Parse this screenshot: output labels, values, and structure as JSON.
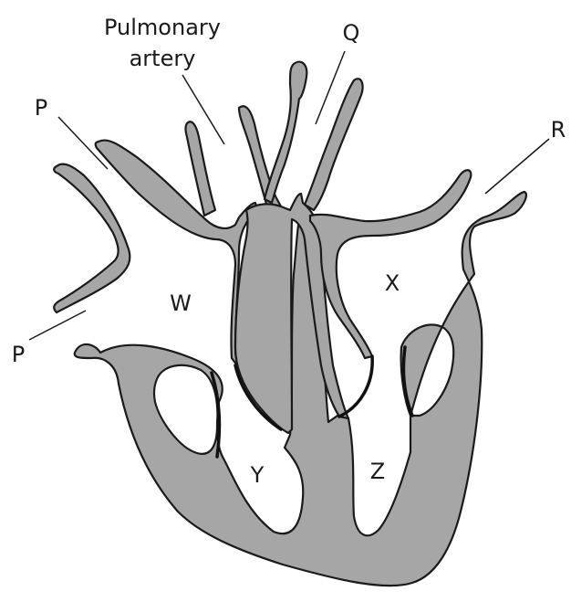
{
  "labels": {
    "pulmonary_line1": "Pulmonary",
    "pulmonary_line2": "artery",
    "p_upper": "P",
    "p_lower": "P",
    "q": "Q",
    "r": "R",
    "w": "W",
    "x": "X",
    "y": "Y",
    "z": "Z"
  },
  "colors": {
    "wall": "#a6a6a6",
    "outline": "#1a1a1a",
    "background": "#ffffff"
  }
}
